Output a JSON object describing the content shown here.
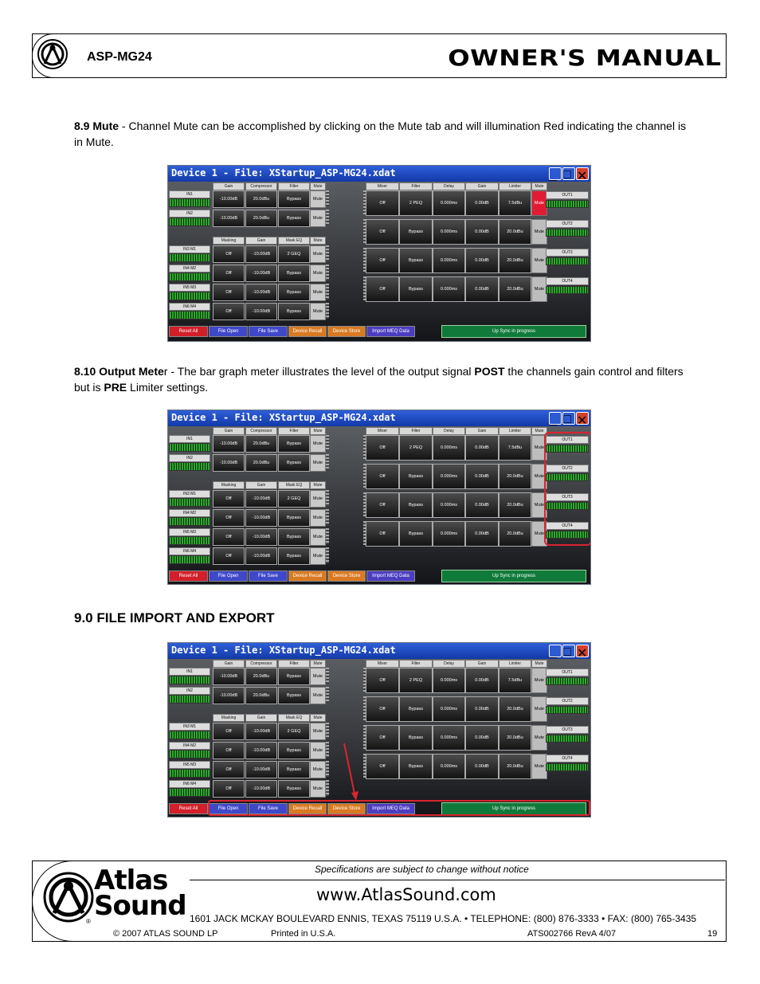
{
  "header": {
    "model": "ASP-MG24",
    "title": "OWNER'S MANUAL"
  },
  "sections": {
    "mute": {
      "heading": "8.9 Mute",
      "text": " - Channel Mute can be accomplished by clicking on the Mute tab and will illumination Red indicating the channel is in Mute."
    },
    "output_meter": {
      "heading": "8.10 Output Mete",
      "text_a": "r - The bar graph meter illustrates the level of the output signal ",
      "bold_post": "POST",
      "text_b": " the channels gain control and filters but is ",
      "bold_pre": "PRE",
      "text_c": " Limiter settings."
    },
    "import_export": {
      "heading": "9.0 FILE IMPORT AND EXPORT"
    }
  },
  "app": {
    "window_title": "Device 1  -  File: XStartup_ASP-MG24.xdat",
    "min_glyph": "_",
    "max_glyph": "□",
    "close_glyph": "✕",
    "input_headers": [
      "Gain",
      "Compressor",
      "Filter",
      "Mute"
    ],
    "mic_headers": [
      "Masking",
      "Gain",
      "Mask EQ",
      "Mute"
    ],
    "output_headers": [
      "Mixer",
      "Filter",
      "Delay",
      "Gain",
      "Limiter",
      "Mute"
    ],
    "inputs": [
      {
        "label": "IN1",
        "gain": "-10.00dB",
        "comp": "20.0dBu",
        "filter": "Bypass",
        "mute": "Mute"
      },
      {
        "label": "IN2",
        "gain": "-10.00dB",
        "comp": "20.0dBu",
        "filter": "Bypass",
        "mute": "Mute"
      }
    ],
    "mics": [
      {
        "label": "IN3 M1",
        "masking": "Off",
        "gain": "-10.00dB",
        "eq": "2 GEQ",
        "mute": "Mute"
      },
      {
        "label": "IN4 M2",
        "masking": "Off",
        "gain": "-10.00dB",
        "eq": "Bypass",
        "mute": "Mute"
      },
      {
        "label": "IN5 M3",
        "masking": "Off",
        "gain": "-10.00dB",
        "eq": "Bypass",
        "mute": "Mute"
      },
      {
        "label": "IN6 M4",
        "masking": "Off",
        "gain": "-10.00dB",
        "eq": "Bypass",
        "mute": "Mute"
      }
    ],
    "outputs": [
      {
        "label": "OUT1",
        "mixer": "Off",
        "filter": "2 PEQ",
        "delay": "0.000ms",
        "gain": "0.00dB",
        "limiter": "7.5dBu",
        "mute": "Mute"
      },
      {
        "label": "OUT2",
        "mixer": "Off",
        "filter": "Bypass",
        "delay": "0.000ms",
        "gain": "0.00dB",
        "limiter": "20.0dBu",
        "mute": "Mute"
      },
      {
        "label": "OUT3",
        "mixer": "Off",
        "filter": "Bypass",
        "delay": "0.000ms",
        "gain": "0.00dB",
        "limiter": "20.0dBu",
        "mute": "Mute"
      },
      {
        "label": "OUT4",
        "mixer": "Off",
        "filter": "Bypass",
        "delay": "0.000ms",
        "gain": "0.00dB",
        "limiter": "20.0dBu",
        "mute": "Mute"
      }
    ],
    "buttons": [
      "Reset All",
      "File Open",
      "File Save",
      "Device Recall",
      "Device Store",
      "Import MEQ Data"
    ],
    "status": "Up Sync in progress",
    "mute_active_color": "#e21b34",
    "highlight_color": "#d9252f"
  },
  "footer": {
    "spec_note": "Specifications are subject to change without notice",
    "website": "www.AtlasSound.com",
    "address": "1601 JACK MCKAY BOULEVARD ENNIS, TEXAS 75119 U.S.A.  •    TELEPHONE: (800) 876-3333   •   FAX: (800) 765-3435",
    "copyright": "© 2007 ATLAS SOUND LP",
    "printed": "Printed in U.S.A.",
    "doc_id": "ATS002766 RevA 4/07",
    "page": "19",
    "logo_word_1": "Atlas",
    "logo_word_2": "Sound",
    "registered": "®"
  }
}
